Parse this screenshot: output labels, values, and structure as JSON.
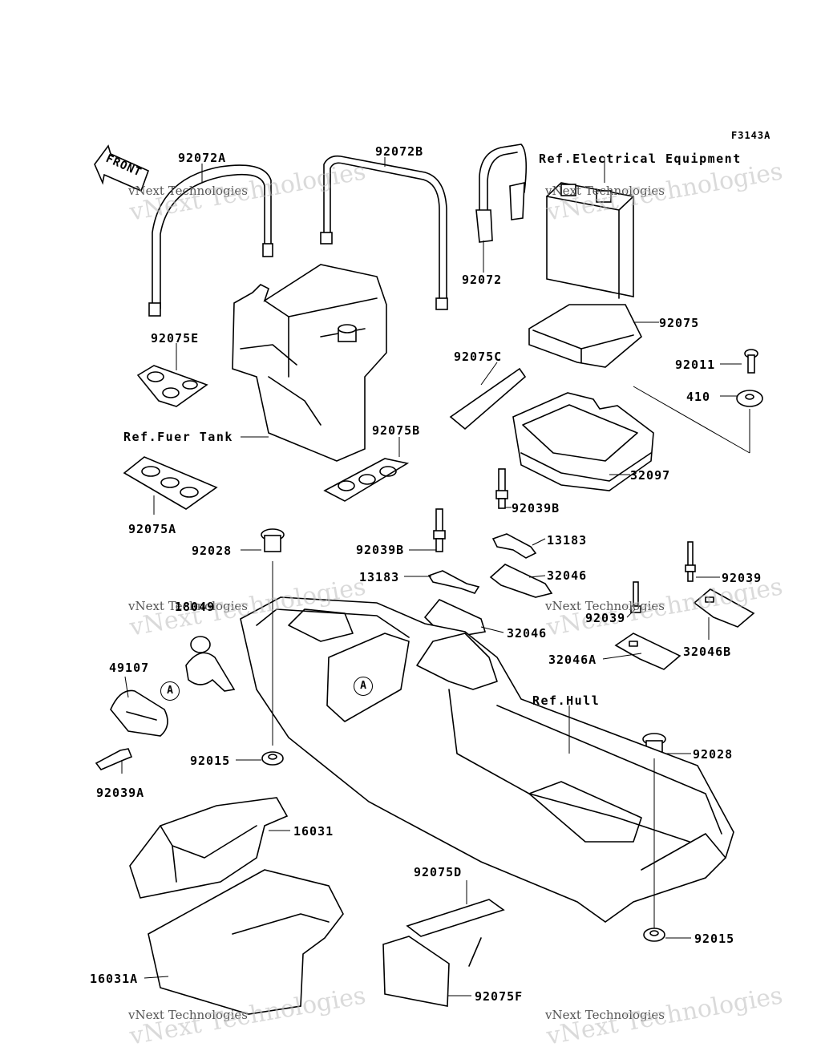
{
  "figure_id": "F3143A",
  "front_label": "FRONT",
  "watermark": {
    "big": "vNext Technologies",
    "small": "vNext Technologies"
  },
  "refs": {
    "electrical": "Ref.Electrical Equipment",
    "fuel_tank": "Ref.Fuer Tank",
    "hull": "Ref.Hull"
  },
  "circle_marker": "A",
  "callouts": {
    "p92072A": "92072A",
    "p92072B": "92072B",
    "p92072": "92072",
    "p92075": "92075",
    "p92075E": "92075E",
    "p92075C": "92075C",
    "p92011": "92011",
    "p410": "410",
    "p92075B": "92075B",
    "p32097": "32097",
    "p92075A": "92075A",
    "p92039B_1": "92039B",
    "p92039B_2": "92039B",
    "p13183_1": "13183",
    "p13183_2": "13183",
    "p92028_1": "92028",
    "p32046_1": "32046",
    "p32046_2": "32046",
    "p92039_1": "92039",
    "p92039_2": "92039",
    "p18049": "18049",
    "p32046B": "32046B",
    "p32046A": "32046A",
    "p49107": "49107",
    "p92015_1": "92015",
    "p92028_2": "92028",
    "p92039A": "92039A",
    "p16031": "16031",
    "p92075D": "92075D",
    "p92015_2": "92015",
    "p16031A": "16031A",
    "p92075F": "92075F"
  }
}
